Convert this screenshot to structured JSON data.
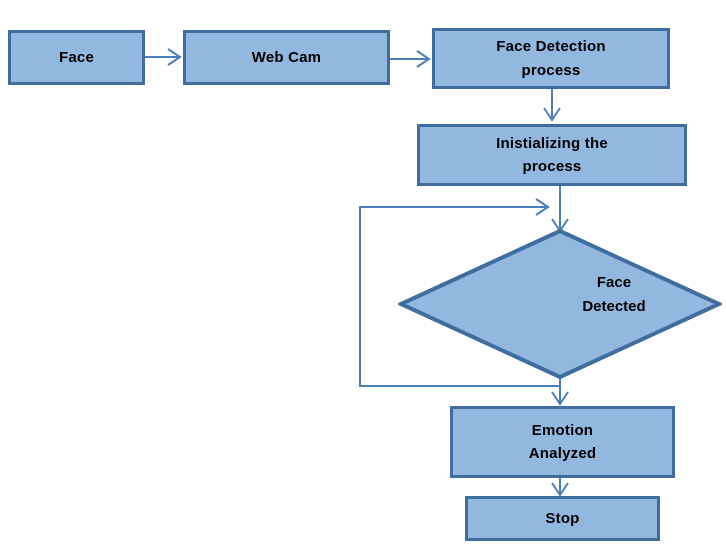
{
  "diagram": {
    "title": "Face Emotion Detection Flowchart",
    "type": "flowchart",
    "background_color": "#ffffff",
    "node_fill_color": "#93b8e0",
    "node_border_color": "#3f6e9e",
    "edge_color": "#4a7ebb",
    "text_color": "#000000"
  },
  "nodes": {
    "face": {
      "label": "Face",
      "shape": "rectangle"
    },
    "web_cam": {
      "label": "Web Cam",
      "shape": "rectangle"
    },
    "face_detection": {
      "label": "Face Detection\nprocess",
      "shape": "rectangle"
    },
    "initializing": {
      "label": "Inistializing the\nprocess",
      "shape": "rectangle"
    },
    "face_detected": {
      "label": "Face\nDetected",
      "shape": "diamond"
    },
    "emotion_analyzed": {
      "label": "Emotion\nAnalyzed",
      "shape": "rectangle"
    },
    "stop": {
      "label": "Stop",
      "shape": "rectangle"
    }
  },
  "edges": [
    {
      "from": "face",
      "to": "web_cam",
      "label": ""
    },
    {
      "from": "web_cam",
      "to": "face_detection",
      "label": ""
    },
    {
      "from": "face_detection",
      "to": "initializing",
      "label": ""
    },
    {
      "from": "initializing",
      "to": "face_detected",
      "label": ""
    },
    {
      "from": "face_detected",
      "to": "emotion_analyzed",
      "label": ""
    },
    {
      "from": "face_detected",
      "to": "face_detected",
      "label": ""
    },
    {
      "from": "emotion_analyzed",
      "to": "stop",
      "label": ""
    }
  ]
}
